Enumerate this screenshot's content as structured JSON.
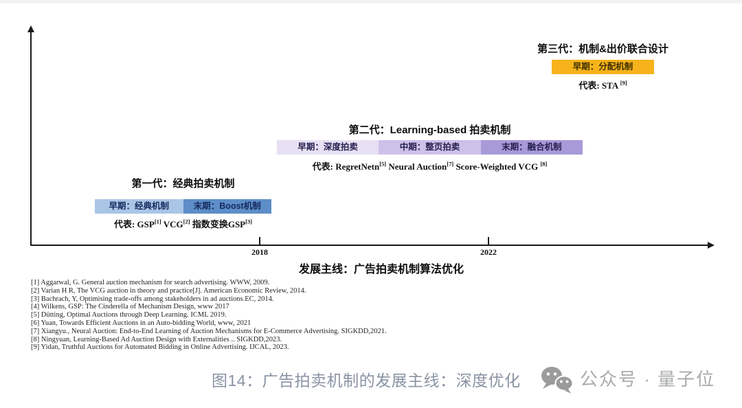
{
  "figure": {
    "caption": "图14：广告拍卖机制的发展主线：深度优化",
    "caption_color": "#8a93a4",
    "source_label": "公众号 · 量子位",
    "source_color": "#a9abac",
    "wechat_icon_color": "#9b9b9b"
  },
  "axis": {
    "label": "发展主线：广告拍卖机制算法优化",
    "ticks": [
      "2018",
      "2022"
    ],
    "line_color": "#1a1a1a"
  },
  "generations": [
    {
      "title": "第一代：经典拍卖机制",
      "text_color": "#152a5e",
      "phases": [
        {
          "label": "早期：经典机制",
          "color": "#aac6e6"
        },
        {
          "label": "末期：Boost机制",
          "color": "#5d8ec8"
        }
      ],
      "rep": [
        {
          "text": "代表: GSP",
          "sup": "[1]"
        },
        {
          "text": " VCG",
          "sup": "[2]"
        },
        {
          "text": "  指数变换GSP",
          "sup": "[3]"
        }
      ]
    },
    {
      "title": "第二代：Learning-based 拍卖机制",
      "text_color": "#26204f",
      "phases": [
        {
          "label": "早期：深度拍卖",
          "color": "#e7e0f4"
        },
        {
          "label": "中期：整页拍卖",
          "color": "#cdc1ea"
        },
        {
          "label": "末期：融合机制",
          "color": "#a899d8"
        }
      ],
      "rep": [
        {
          "text": "代表: RegretNetn",
          "sup": "[5]"
        },
        {
          "text": " Neural Auction",
          "sup": "[7]"
        },
        {
          "text": " Score-Weighted VCG ",
          "sup": "[8]"
        }
      ]
    },
    {
      "title": "第三代：机制&出价联合设计",
      "text_color": "#3f2f00",
      "phases": [
        {
          "label": "早期：分配机制",
          "color": "#f6b31c"
        }
      ],
      "rep": [
        {
          "text": "代表: STA ",
          "sup": "[9]"
        }
      ]
    }
  ],
  "references": [
    "[1] Aggarwal, G. General auction mechanism for search advertising. WWW,  2009.",
    "[2] Varian H R, The VCG auction in theory and practice[J]. American Economic Review, 2014.",
    "[3] Bachrach, Y, Optimising trade-offs among stakeholders in ad auctions.EC, 2014.",
    "[4] Wilkens, GSP: The Cinderella of Mechanism Design, www 2017",
    "[5] Dütting, Optimal Auctions through Deep Learning. ICML 2019.",
    "[6] Yuan, Towards Efficient Auctions in an Auto-bidding World, www, 2021",
    "[7] Xiangyu., Neural Auction: End-to-End Learning of Auction Mechanisms for E-Commerce Advertising. SIGKDD,2021.",
    "[8] Ningyuan, Learning-Based Ad Auction Design with Externalities .. SIGKDD,2023.",
    "[9] Yidan, Truthful Auctions for Automated Bidding in Online Advertising. IJCAL,  2023."
  ]
}
